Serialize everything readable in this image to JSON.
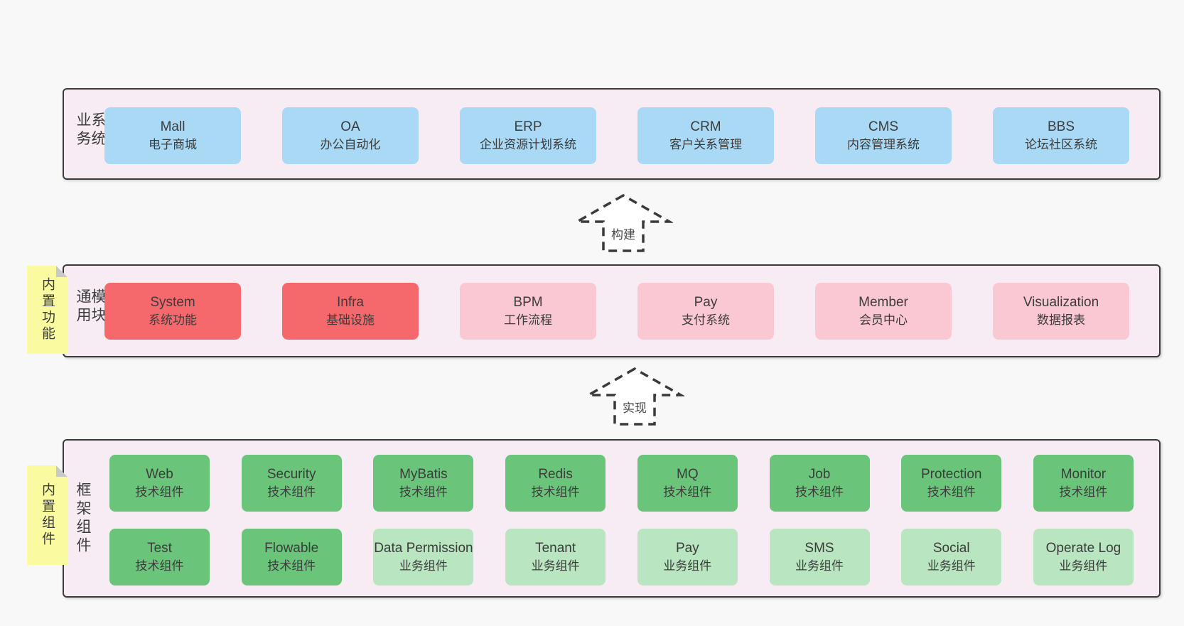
{
  "colors": {
    "page_background": "#f8f8f8",
    "panel_background": "#f7ecf4",
    "panel_border": "#3a3a3a",
    "box_blue": "#a9d9f4",
    "box_red": "#f5686c",
    "box_pink": "#fac8d3",
    "box_green": "#6ac57a",
    "box_light_green": "#b9e6c0",
    "sticky_yellow": "#fafaa0",
    "sticky_fold": "#c9c9c9",
    "text": "#3c3c3c"
  },
  "sections": {
    "business": {
      "label": "业务系统",
      "boxes": [
        {
          "name": "Mall",
          "desc": "电子商城"
        },
        {
          "name": "OA",
          "desc": "办公自动化"
        },
        {
          "name": "ERP",
          "desc": "企业资源计划系统"
        },
        {
          "name": "CRM",
          "desc": "客户关系管理"
        },
        {
          "name": "CMS",
          "desc": "内容管理系统"
        },
        {
          "name": "BBS",
          "desc": "论坛社区系统"
        }
      ]
    },
    "build_arrow": {
      "label": "构建"
    },
    "modules": {
      "label": "通用模块",
      "sticky": "内置功能",
      "boxes": [
        {
          "name": "System",
          "desc": "系统功能"
        },
        {
          "name": "Infra",
          "desc": "基础设施"
        },
        {
          "name": "BPM",
          "desc": "工作流程"
        },
        {
          "name": "Pay",
          "desc": "支付系统"
        },
        {
          "name": "Member",
          "desc": "会员中心"
        },
        {
          "name": "Visualization",
          "desc": "数据报表"
        }
      ]
    },
    "implement_arrow": {
      "label": "实现"
    },
    "framework": {
      "label": "框架组件",
      "sticky": "内置组件",
      "row1": [
        {
          "name": "Web",
          "desc": "技术组件"
        },
        {
          "name": "Security",
          "desc": "技术组件"
        },
        {
          "name": "MyBatis",
          "desc": "技术组件"
        },
        {
          "name": "Redis",
          "desc": "技术组件"
        },
        {
          "name": "MQ",
          "desc": "技术组件"
        },
        {
          "name": "Job",
          "desc": "技术组件"
        },
        {
          "name": "Protection",
          "desc": "技术组件"
        },
        {
          "name": "Monitor",
          "desc": "技术组件"
        }
      ],
      "row2": [
        {
          "name": "Test",
          "desc": "技术组件"
        },
        {
          "name": "Flowable",
          "desc": "技术组件"
        },
        {
          "name": "Data Permission",
          "desc": "业务组件"
        },
        {
          "name": "Tenant",
          "desc": "业务组件"
        },
        {
          "name": "Pay",
          "desc": "业务组件"
        },
        {
          "name": "SMS",
          "desc": "业务组件"
        },
        {
          "name": "Social",
          "desc": "业务组件"
        },
        {
          "name": "Operate Log",
          "desc": "业务组件"
        }
      ]
    }
  }
}
